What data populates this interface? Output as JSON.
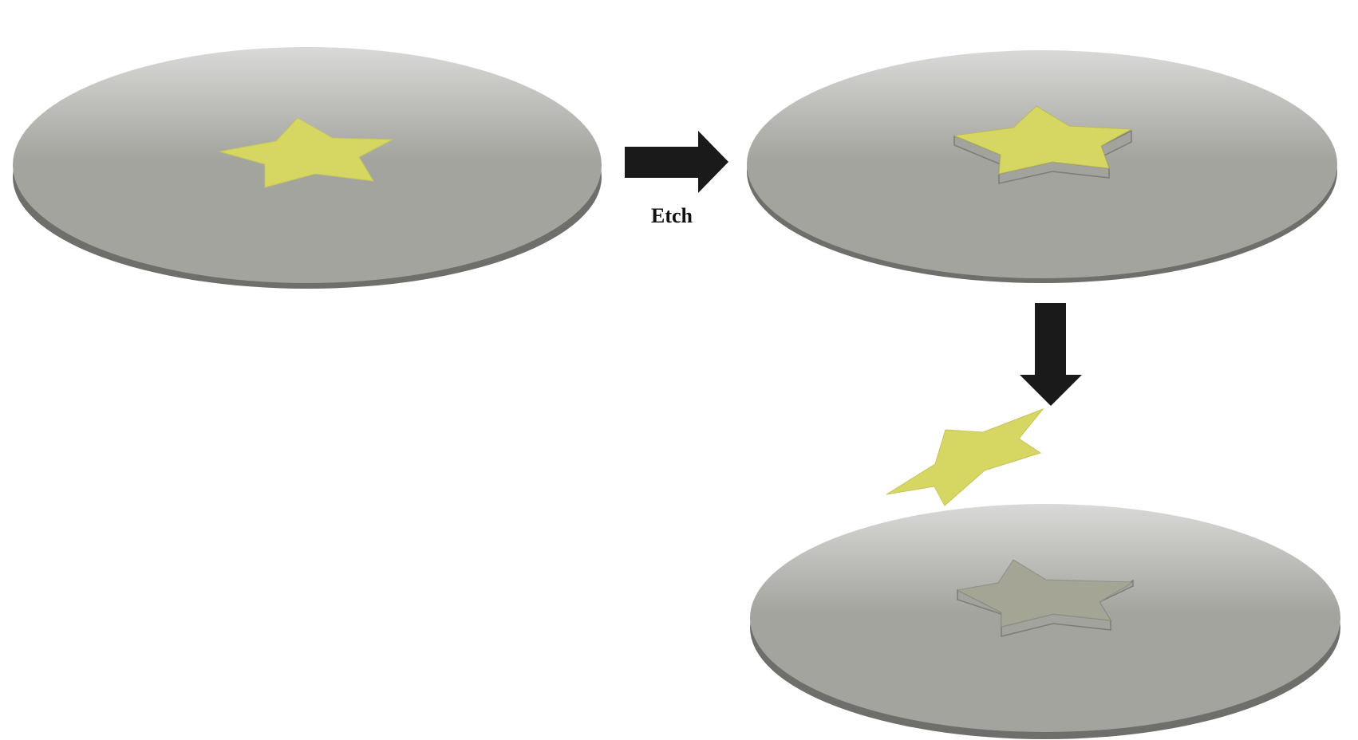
{
  "diagram": {
    "steps": [
      {
        "name": "wafer-with-star-pattern"
      },
      {
        "name": "wafer-with-etched-star"
      },
      {
        "name": "star-released-from-wafer"
      }
    ],
    "arrows": [
      {
        "name": "etch-arrow",
        "label": "Etch"
      },
      {
        "name": "release-arrow",
        "label": ""
      }
    ]
  },
  "colors": {
    "background": "#ffffff",
    "wafer_top_light": "#d9d9d7",
    "wafer_top_dark": "#a3a49e",
    "wafer_edge": "#6e6e6b",
    "star_fill": "#d6d663",
    "star_edge": "#b8b85a",
    "star_side": "#a2a39d",
    "etched_pit_fill": "#a4a594",
    "arrow": "#1a1a1a",
    "label": "#111111"
  }
}
